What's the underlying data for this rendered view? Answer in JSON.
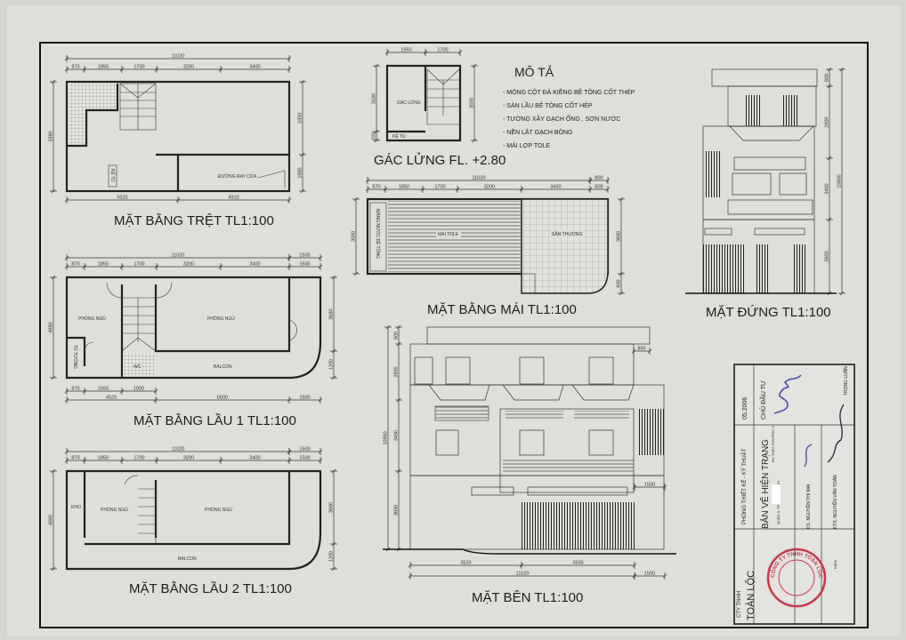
{
  "colors": {
    "paper": "#d9d9d5",
    "ink": "#222222",
    "stamp": "#c8384a",
    "signature": "#4a4fa8"
  },
  "ground_plan": {
    "title": "MẶT BẰNG TRỆT TL1:100",
    "dim_total": "11020",
    "dims_top": [
      "870",
      "1850",
      "1700",
      "3200",
      "3400"
    ],
    "dims_bottom": [
      "5520",
      "4910"
    ],
    "dim_left": "3390",
    "dims_right": [
      "3350",
      "1880"
    ],
    "label_rail": "ĐƯỜNG RAY CỬA",
    "label_cabinet": "KỆ TỦ"
  },
  "mezzanine": {
    "title": "GÁC LỬNG FL. +2.80",
    "dims_top": [
      "1950",
      "1700"
    ],
    "dims_left": [
      "3180",
      "200"
    ],
    "dim_right": "3500",
    "label_room": "GÁC LỬNG",
    "label_cabinet": "KỆ TỦ"
  },
  "description": {
    "heading": "MÔ TẢ",
    "items": [
      "- MÓNG CỘT ĐÀ KIỀNG BÊ TÔNG CỐT THÉP",
      "- SÀN LẦU BÊ TÔNG CỐT HÉP",
      "- TƯỜNG XÂY GẠCH ỐNG , SƠN NƯỚC",
      "- NỀN LÁT GẠCH BÔNG",
      "- MÁI LỢP TOLE"
    ]
  },
  "roof_plan": {
    "title": "MẶT BẰNG MÁI TL1:100",
    "dim_total": "11020",
    "dims_top": [
      "870",
      "1850",
      "1700",
      "3200",
      "3400",
      "800"
    ],
    "dim_top_extra": "800",
    "dims_right": [
      "3680",
      "600"
    ],
    "dim_left": "3580",
    "label_tank": "MÁNG NƯỚC BÊ TÔNG",
    "label_tole": "MÁI TOLE",
    "label_terrace": "SÂN THƯỢNG"
  },
  "front_elevation": {
    "title": "MẶT ĐỨNG TL1:100",
    "dims_right": [
      "800",
      "2800",
      "3400",
      "3600"
    ],
    "dim_total": "10800"
  },
  "floor1_plan": {
    "title": "MẶT BẰNG LẦU 1 TL1:100",
    "dim_total": "11020",
    "dim_total_extra": "1500",
    "dims_top": [
      "870",
      "1850",
      "1700",
      "3200",
      "3400",
      "1500"
    ],
    "dims_bottom1": [
      "870",
      "1650",
      "1900"
    ],
    "dims_bottom2": [
      "4520",
      "6500",
      "1500"
    ],
    "dim_left": "4880",
    "dims_right": [
      "3680",
      "1200"
    ],
    "rooms": [
      "PHÒNG NGỦ",
      "PHÒNG NGỦ",
      "TỦ TƯỜNG",
      "WC",
      "BALCON"
    ]
  },
  "floor2_plan": {
    "title": "MẶT BẰNG LẦU 2 TL1:100",
    "dim_total": "11020",
    "dim_total_extra": "1500",
    "dims_top": [
      "870",
      "1850",
      "1700",
      "3200",
      "3400",
      "1500"
    ],
    "dim_left": "4880",
    "dims_right": [
      "3680",
      "1200"
    ],
    "rooms": [
      "KHO",
      "PHÒNG NGỦ",
      "PHÒNG NGỦ",
      "BALCON"
    ]
  },
  "side_elevation": {
    "title": "MẶT BÊN TL1:100",
    "dims_left": [
      "600",
      "2800",
      "3400",
      "3600"
    ],
    "dim_left_total": "10880",
    "dims_bottom": [
      "3520",
      "3500"
    ],
    "dim_bottom_total": "11020",
    "dim_bottom_extra": "1500",
    "dim_balcony": "1500",
    "dim_top": "800"
  },
  "title_block": {
    "company_prefix": "CTY TNHH",
    "company_name": "TOÀN LỘC",
    "department": "PHÒNG THIẾT KẾ - KỸ THUẬT",
    "date": "05.2006",
    "drawing_title": "BẢN VẼ HIỆN TRẠNG",
    "address_line1": "ĐN THẬT, PHƯỜNG 3",
    "address_line2": "QUẬN 3, TP. HỒ CHÍ MINH",
    "designer": "KS. NGUYỄN THỊ MAI",
    "checker": "KTS. NGUYỄN VĂN TOÀN",
    "checker_role": "KIỂM",
    "owner_label": "CHỦ ĐẦU TƯ",
    "owner_name": "TRỌNG LUÂN",
    "stamp_text": "CÔNG TY TNHH TOÀN LỘC"
  }
}
